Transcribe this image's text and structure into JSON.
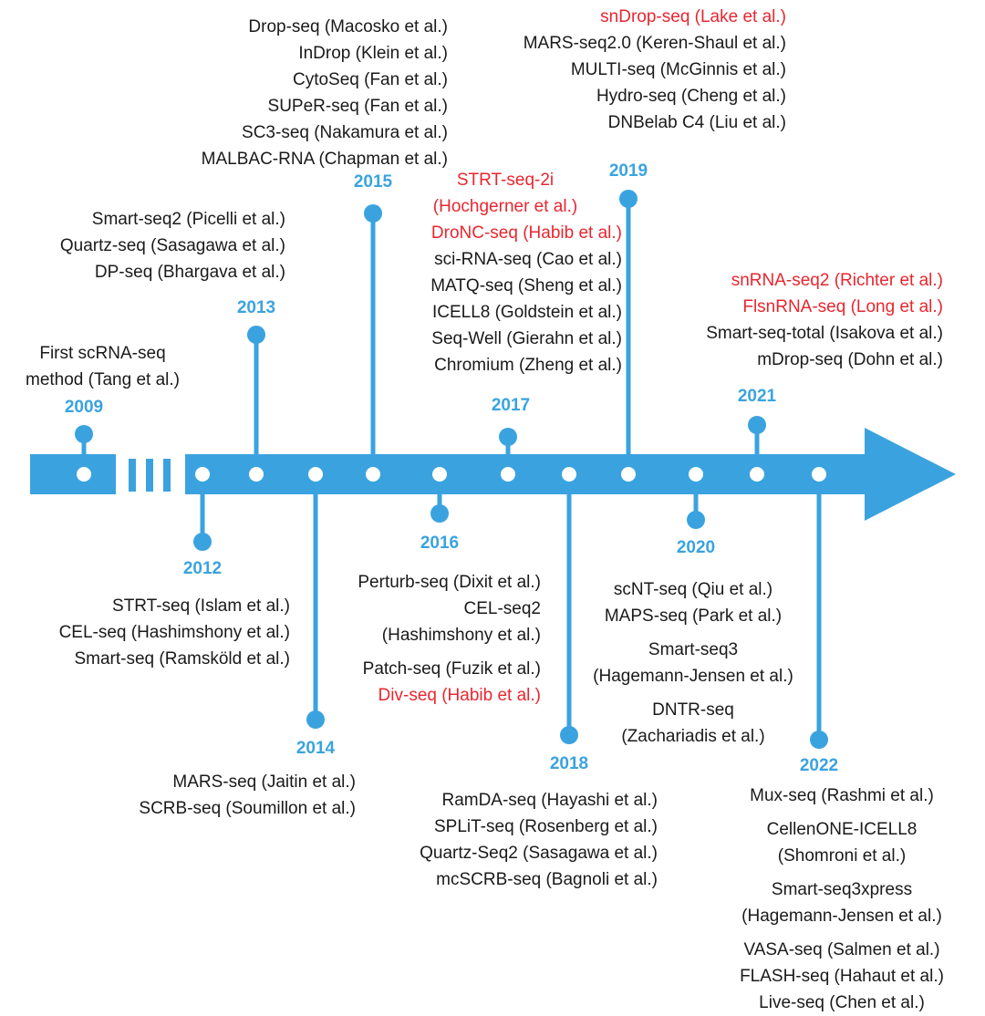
{
  "colors": {
    "timeline": "#3aa3df",
    "highlight": "#e8262f",
    "text": "#1a1a1a"
  },
  "years": {
    "y2009": "2009",
    "y2012": "2012",
    "y2013": "2013",
    "y2014": "2014",
    "y2015": "2015",
    "y2016": "2016",
    "y2017": "2017",
    "y2018": "2018",
    "y2019": "2019",
    "y2020": "2020",
    "y2021": "2021",
    "y2022": "2022"
  },
  "methods": {
    "y2009": [
      {
        "text": "First scRNA-seq",
        "highlight": false
      },
      {
        "text": "method (Tang et al.)",
        "highlight": false
      }
    ],
    "y2012": [
      {
        "text": "STRT-seq (Islam et al.)",
        "highlight": false
      },
      {
        "text": "CEL-seq (Hashimshony et al.)",
        "highlight": false
      },
      {
        "text": "Smart-seq (Ramsköld et al.)",
        "highlight": false
      }
    ],
    "y2013": [
      {
        "text": "Smart-seq2 (Picelli et al.)",
        "highlight": false
      },
      {
        "text": "Quartz-seq (Sasagawa et al.)",
        "highlight": false
      },
      {
        "text": "DP-seq (Bhargava et al.)",
        "highlight": false
      }
    ],
    "y2014": [
      {
        "text": "MARS-seq (Jaitin et al.)",
        "highlight": false
      },
      {
        "text": "SCRB-seq (Soumillon et al.)",
        "highlight": false
      }
    ],
    "y2015": [
      {
        "text": "Drop-seq (Macosko et al.)",
        "highlight": false
      },
      {
        "text": "InDrop (Klein et al.)",
        "highlight": false
      },
      {
        "text": "CytoSeq (Fan et al.)",
        "highlight": false
      },
      {
        "text": "SUPeR-seq (Fan et al.)",
        "highlight": false
      },
      {
        "text": "SC3-seq (Nakamura et al.)",
        "highlight": false
      },
      {
        "text": "MALBAC-RNA (Chapman et al.)",
        "highlight": false
      }
    ],
    "y2016": [
      {
        "text": "Perturb-seq (Dixit et al.)",
        "highlight": false
      },
      {
        "text": "CEL-seq2",
        "highlight": false
      },
      {
        "text": "(Hashimshony et al.)",
        "highlight": false
      },
      {
        "text": "Patch-seq (Fuzik et al.)",
        "highlight": false
      },
      {
        "text": "Div-seq (Habib et al.)",
        "highlight": true
      }
    ],
    "y2017": [
      {
        "text": "STRT-seq-2i",
        "highlight": true
      },
      {
        "text": "(Hochgerner et al.)",
        "highlight": true
      },
      {
        "text": "DroNC-seq (Habib et al.)",
        "highlight": true
      },
      {
        "text": "sci-RNA-seq (Cao et al.)",
        "highlight": false
      },
      {
        "text": "MATQ-seq (Sheng et al.)",
        "highlight": false
      },
      {
        "text": "ICELL8 (Goldstein et al.)",
        "highlight": false
      },
      {
        "text": "Seq-Well (Gierahn et al.)",
        "highlight": false
      },
      {
        "text": "Chromium (Zheng et al.)",
        "highlight": false
      }
    ],
    "y2018": [
      {
        "text": "RamDA-seq (Hayashi et al.)",
        "highlight": false
      },
      {
        "text": "SPLiT-seq (Rosenberg et al.)",
        "highlight": false
      },
      {
        "text": "Quartz-Seq2 (Sasagawa et al.)",
        "highlight": false
      },
      {
        "text": "mcSCRB-seq (Bagnoli et al.)",
        "highlight": false
      }
    ],
    "y2019": [
      {
        "text": "snDrop-seq (Lake et al.)",
        "highlight": true
      },
      {
        "text": "MARS-seq2.0 (Keren-Shaul et al.)",
        "highlight": false
      },
      {
        "text": "MULTI-seq (McGinnis et al.)",
        "highlight": false
      },
      {
        "text": "Hydro-seq (Cheng et al.)",
        "highlight": false
      },
      {
        "text": "DNBelab C4 (Liu et al.)",
        "highlight": false
      }
    ],
    "y2020": [
      {
        "text": "scNT-seq (Qiu et al.)",
        "highlight": false
      },
      {
        "text": "MAPS-seq (Park et al.)",
        "highlight": false
      },
      {
        "text": "Smart-seq3",
        "highlight": false
      },
      {
        "text": "(Hagemann-Jensen et al.)",
        "highlight": false
      },
      {
        "text": "DNTR-seq",
        "highlight": false
      },
      {
        "text": "(Zachariadis et al.)",
        "highlight": false
      }
    ],
    "y2021": [
      {
        "text": "snRNA-seq2 (Richter et al.)",
        "highlight": true
      },
      {
        "text": "FlsnRNA-seq (Long et al.)",
        "highlight": true
      },
      {
        "text": "Smart-seq-total (Isakova et al.)",
        "highlight": false
      },
      {
        "text": "mDrop-seq (Dohn et al.)",
        "highlight": false
      }
    ],
    "y2022": [
      {
        "text": "Mux-seq (Rashmi et al.)",
        "highlight": false
      },
      {
        "text": "CellenONE-ICELL8",
        "highlight": false
      },
      {
        "text": "(Shomroni et al.)",
        "highlight": false
      },
      {
        "text": "Smart-seq3xpress",
        "highlight": false
      },
      {
        "text": "(Hagemann-Jensen et al.)",
        "highlight": false
      },
      {
        "text": "VASA-seq (Salmen et al.)",
        "highlight": false
      },
      {
        "text": "FLASH-seq (Hahaut et al.)",
        "highlight": false
      },
      {
        "text": "Live-seq (Chen et al.)",
        "highlight": false
      }
    ]
  }
}
